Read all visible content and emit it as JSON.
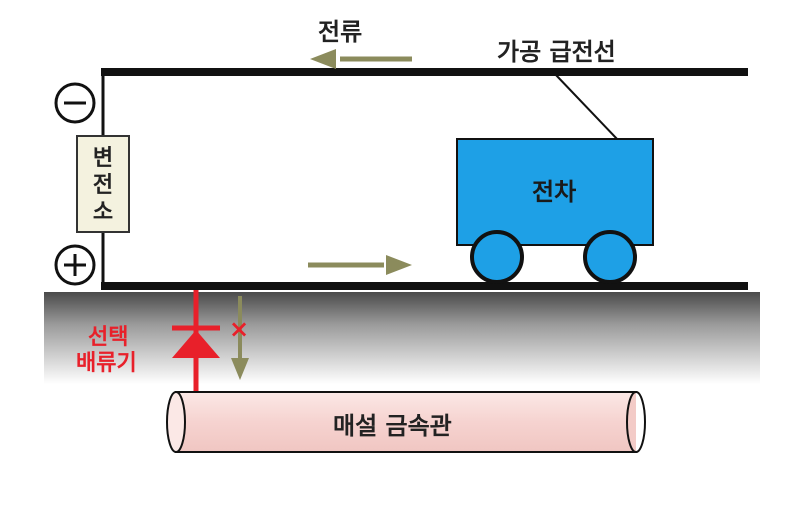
{
  "labels": {
    "current": "전류",
    "overhead_line": "가공 급전선",
    "substation": "변전소",
    "car": "전차",
    "diode_line1": "선택",
    "diode_line2": "배류기",
    "pipe": "매설 금속관",
    "blocked_mark": "×"
  },
  "symbols": {
    "negative": "minus-icon",
    "positive": "plus-icon"
  },
  "colors": {
    "wire": "#111111",
    "car_body": "#1ea0e6",
    "arrow": "#8b8b5c",
    "diode": "#e8202a",
    "pipe_fill": "#f7d8d6",
    "substation_fill": "#f4f2df"
  }
}
